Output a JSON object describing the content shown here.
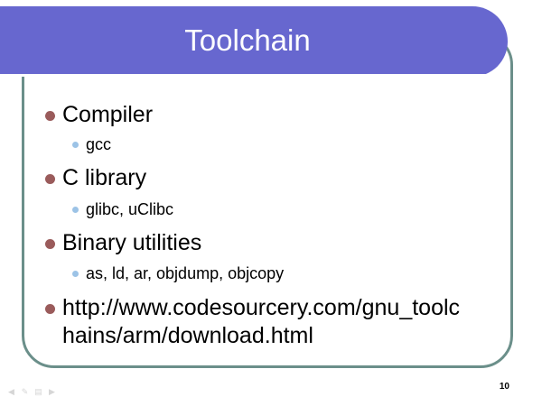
{
  "slide": {
    "title": "Toolchain",
    "page_number": "10",
    "items": [
      {
        "label": "Compiler",
        "sub": [
          "gcc"
        ]
      },
      {
        "label": "C library",
        "sub": [
          "glibc, uClibc"
        ]
      },
      {
        "label": "Binary utilities",
        "sub": [
          "as, ld, ar, objdump, objcopy"
        ]
      }
    ],
    "url_line_1": "http://www.codesourcery.com/gnu_toolc",
    "url_line_2": "hains/arm/download.html"
  },
  "nav_icons": [
    "prev-arrow-icon",
    "pen-icon",
    "menu-icon",
    "next-arrow-icon"
  ],
  "colors": {
    "title_bar": "#6767cf",
    "frame_border": "#6b8f8a",
    "bullet_level1": "#9a5b5b",
    "bullet_level2": "#9cc3e6"
  }
}
